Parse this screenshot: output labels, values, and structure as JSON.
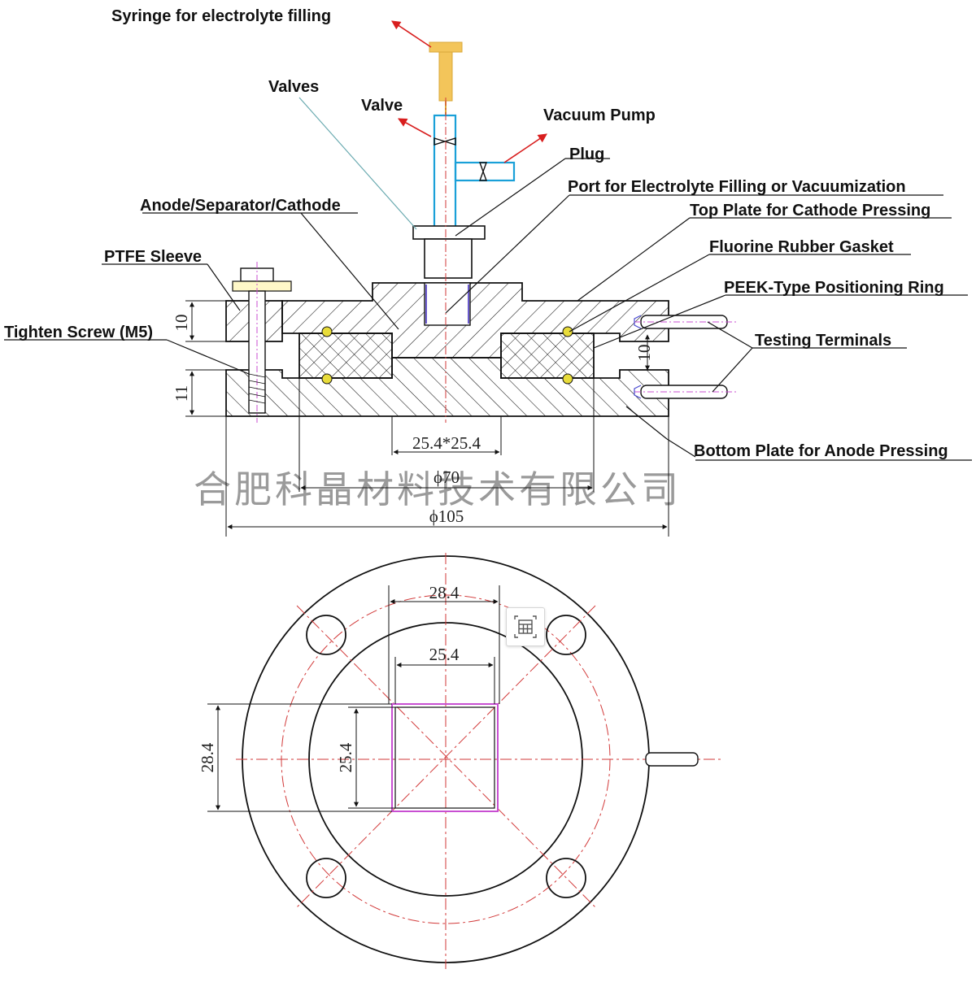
{
  "labels": {
    "syringe": "Syringe for electrolyte filling",
    "valves": "Valves",
    "valve": "Valve",
    "vacuum_pump": "Vacuum  Pump",
    "plug": "Plug",
    "port": "Port for Electrolyte Filling or Vacuumization",
    "anode_sep_cathode": "Anode/Separator/Cathode",
    "top_plate": "Top Plate for Cathode Pressing",
    "ptfe_sleeve": "PTFE Sleeve",
    "fluorine_gasket": "Fluorine Rubber Gasket",
    "peek_ring": "PEEK-Type Positioning Ring",
    "tighten_screw": "Tighten Screw (M5)",
    "testing_terminals": "Testing Terminals",
    "bottom_plate": "Bottom Plate for Anode Pressing"
  },
  "dimensions": {
    "d10_left": "10",
    "d11_left": "11",
    "d10_right": "10",
    "square_section": "25.4*25.4",
    "phi70": "ϕ70",
    "phi105": "ϕ105",
    "top_28_4": "28.4",
    "top_25_4": "25.4",
    "left_28_4": "28.4",
    "left_25_4": "25.4"
  },
  "watermark": "合肥科晶材料技术有限公司",
  "colors": {
    "arrow_red": "#d81e1e",
    "tube_blue": "#1aa0d8",
    "syringe_yellow": "#f3c55a",
    "center_line_red": "#d23a3a",
    "square_magenta": "#c84fd2",
    "gasket_yellow": "#e8dc3a",
    "line": "#111111"
  },
  "icons": {
    "overlay": "table-grid-icon"
  }
}
